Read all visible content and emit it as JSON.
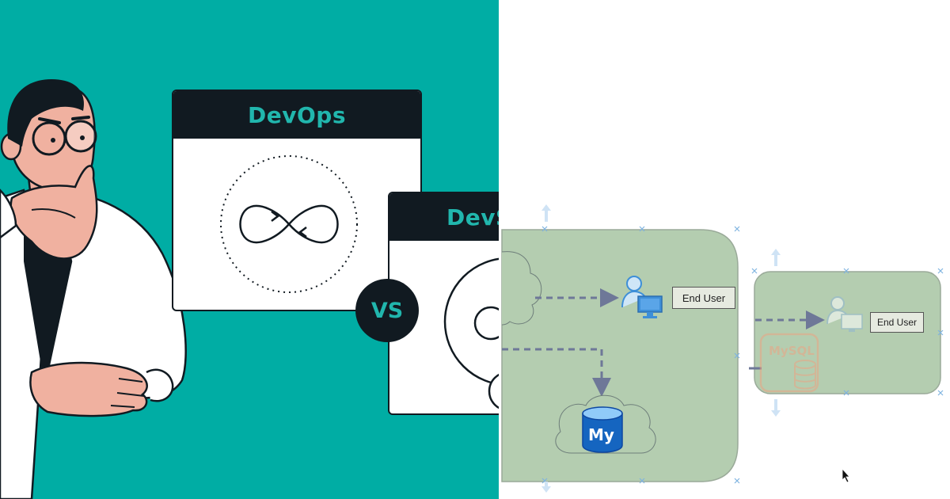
{
  "left_panel": {
    "background": "#00ada4",
    "accent": "#21b6ad",
    "dark": "#111a21",
    "card_primary_title": "DevOps",
    "card_secondary_title": "DevS",
    "vs_label": "VS",
    "card_primary_icon": "infinity-loop-icon",
    "character_icon": "thinking-person-illustration"
  },
  "right_panel": {
    "container_fill": "#b4cdb0",
    "end_user_label_1": "End User",
    "end_user_label_2": "End User",
    "db_logo_text": "My",
    "db_faded_text": "MySQL",
    "db_icon": "mysql-database-icon",
    "user_icon": "user-computer-icon",
    "cursor_icon": "mouse-pointer-icon"
  }
}
